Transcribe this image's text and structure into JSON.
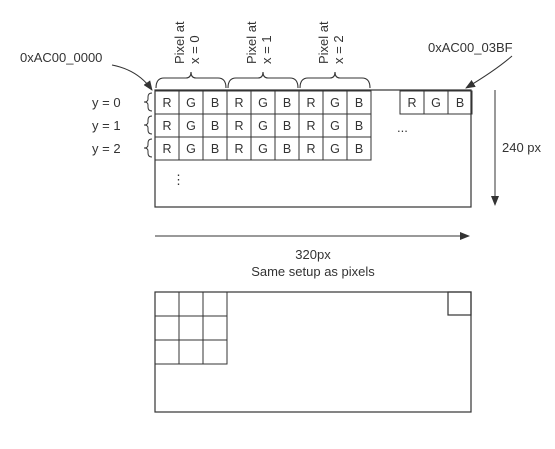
{
  "addresses": {
    "start": "0xAC00_0000",
    "end": "0xAC00_03BF"
  },
  "pixel_labels": [
    {
      "line1": "Pixel at",
      "line2": "x = 0"
    },
    {
      "line1": "Pixel at",
      "line2": "x = 1"
    },
    {
      "line1": "Pixel at",
      "line2": "x = 2"
    }
  ],
  "rows": [
    "y = 0",
    "y = 1",
    "y = 2"
  ],
  "channels": [
    "R",
    "G",
    "B"
  ],
  "ellipsis_h": "...",
  "ellipsis_v": "⋮",
  "height_label": "240 px",
  "width_label": "320px",
  "setup_note": "Same setup as pixels",
  "colors": {
    "stroke": "#333333",
    "background": "#ffffff"
  }
}
